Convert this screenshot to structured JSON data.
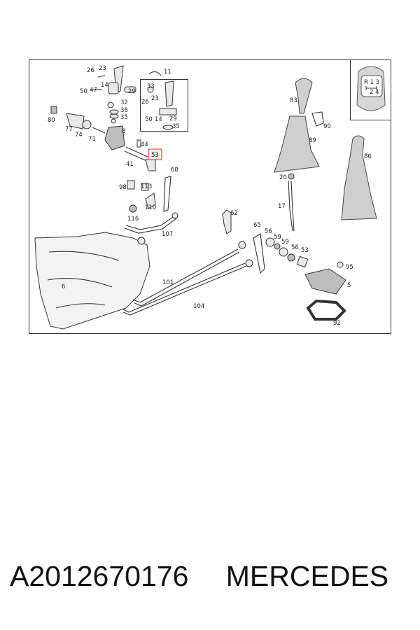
{
  "diagram": {
    "callouts": [
      {
        "id": "c26a",
        "text": "26"
      },
      {
        "id": "c23a",
        "text": "23"
      },
      {
        "id": "c11",
        "text": "11"
      },
      {
        "id": "c50a",
        "text": "50"
      },
      {
        "id": "c47",
        "text": "47"
      },
      {
        "id": "c14a",
        "text": "14"
      },
      {
        "id": "c29a",
        "text": "29"
      },
      {
        "id": "c33",
        "text": "33"
      },
      {
        "id": "c26b",
        "text": "26"
      },
      {
        "id": "c23b",
        "text": "23"
      },
      {
        "id": "c32",
        "text": "32"
      },
      {
        "id": "c38",
        "text": "38"
      },
      {
        "id": "c35a",
        "text": "35"
      },
      {
        "id": "c50b",
        "text": "50"
      },
      {
        "id": "c14b",
        "text": "14"
      },
      {
        "id": "c29b",
        "text": "29"
      },
      {
        "id": "c35b",
        "text": "35"
      },
      {
        "id": "c80",
        "text": "80"
      },
      {
        "id": "c77",
        "text": "77"
      },
      {
        "id": "c74",
        "text": "74"
      },
      {
        "id": "c8",
        "text": "8"
      },
      {
        "id": "c71",
        "text": "71"
      },
      {
        "id": "c44",
        "text": "44"
      },
      {
        "id": "c53a",
        "text": "53"
      },
      {
        "id": "c41",
        "text": "41"
      },
      {
        "id": "c68",
        "text": "68"
      },
      {
        "id": "c98",
        "text": "98"
      },
      {
        "id": "c113",
        "text": "113"
      },
      {
        "id": "c110",
        "text": "110"
      },
      {
        "id": "c116",
        "text": "116"
      },
      {
        "id": "c107",
        "text": "107"
      },
      {
        "id": "c62",
        "text": "62"
      },
      {
        "id": "c65",
        "text": "65"
      },
      {
        "id": "c56a",
        "text": "56"
      },
      {
        "id": "c59a",
        "text": "59"
      },
      {
        "id": "c59b",
        "text": "59"
      },
      {
        "id": "c56b",
        "text": "56"
      },
      {
        "id": "c53b",
        "text": "53"
      },
      {
        "id": "c95",
        "text": "95"
      },
      {
        "id": "c5",
        "text": "5"
      },
      {
        "id": "c92",
        "text": "92"
      },
      {
        "id": "c101",
        "text": "101"
      },
      {
        "id": "c104",
        "text": "104"
      },
      {
        "id": "c83",
        "text": "83"
      },
      {
        "id": "c90",
        "text": "90"
      },
      {
        "id": "c89",
        "text": "89"
      },
      {
        "id": "c86",
        "text": "86"
      },
      {
        "id": "c20",
        "text": "20"
      },
      {
        "id": "c17",
        "text": "17"
      },
      {
        "id": "c6",
        "text": "6"
      }
    ],
    "highlighted_callout": "53",
    "shift_pattern": {
      "top": "R 1 3",
      "bottom": "2 4"
    },
    "highlight_color": "#e05050"
  },
  "caption": {
    "part_number": "A2012670176",
    "brand": "MERCEDES"
  }
}
